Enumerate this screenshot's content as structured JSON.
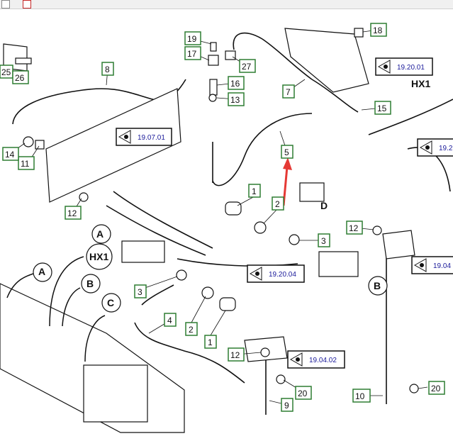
{
  "part_callouts": [
    {
      "id": "c1",
      "label": "1"
    },
    {
      "id": "c2",
      "label": "1"
    },
    {
      "id": "c3",
      "label": "2"
    },
    {
      "id": "c4",
      "label": "2"
    },
    {
      "id": "c5",
      "label": "3"
    },
    {
      "id": "c6",
      "label": "3"
    },
    {
      "id": "c7",
      "label": "4"
    },
    {
      "id": "c8",
      "label": "5"
    },
    {
      "id": "c9",
      "label": "7"
    },
    {
      "id": "c10",
      "label": "8"
    },
    {
      "id": "c11",
      "label": "9"
    },
    {
      "id": "c12",
      "label": "10"
    },
    {
      "id": "c13",
      "label": "11"
    },
    {
      "id": "c14",
      "label": "12"
    },
    {
      "id": "c15",
      "label": "12"
    },
    {
      "id": "c16",
      "label": "12"
    },
    {
      "id": "c17",
      "label": "13"
    },
    {
      "id": "c18",
      "label": "14"
    },
    {
      "id": "c19",
      "label": "15"
    },
    {
      "id": "c20",
      "label": "16"
    },
    {
      "id": "c21",
      "label": "17"
    },
    {
      "id": "c22",
      "label": "18"
    },
    {
      "id": "c23",
      "label": "19"
    },
    {
      "id": "c24",
      "label": "20"
    },
    {
      "id": "c25",
      "label": "20"
    },
    {
      "id": "c26",
      "label": "25"
    },
    {
      "id": "c27",
      "label": "26"
    },
    {
      "id": "c28",
      "label": "27"
    }
  ],
  "section_refs": [
    {
      "id": "r1",
      "label": "19.20.01"
    },
    {
      "id": "r2",
      "label": "19.07.01"
    },
    {
      "id": "r3",
      "label": "19.2"
    },
    {
      "id": "r4",
      "label": "19.20.04"
    },
    {
      "id": "r5",
      "label": "19.04"
    },
    {
      "id": "r6",
      "label": "19.04.02"
    }
  ],
  "view_letters": [
    {
      "id": "vA1",
      "label": "A"
    },
    {
      "id": "vA2",
      "label": "A"
    },
    {
      "id": "vB1",
      "label": "B"
    },
    {
      "id": "vB2",
      "label": "B"
    },
    {
      "id": "vC",
      "label": "C"
    },
    {
      "id": "vD",
      "label": "D"
    }
  ],
  "component_labels": {
    "hx1_top": "HX1",
    "hx1_bubble": "HX1"
  },
  "colors": {
    "callout_border": "#2e7d32",
    "ref_text": "#1a1a9a",
    "arrow": "#e53935",
    "line": "#111111"
  }
}
